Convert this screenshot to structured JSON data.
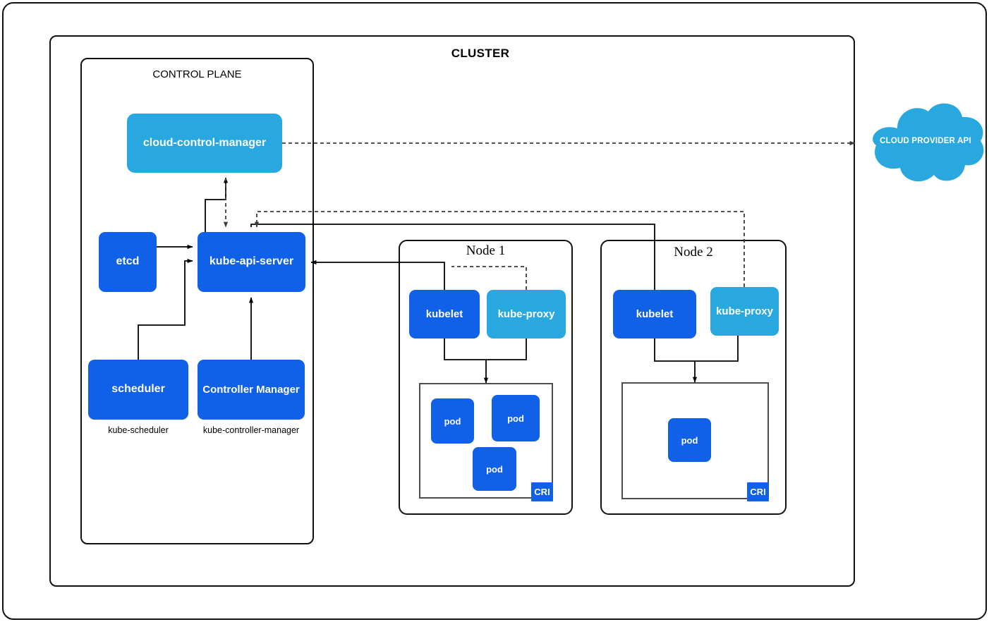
{
  "diagram": {
    "title": "CLUSTER",
    "control_plane": {
      "title": "CONTROL PLANE",
      "components": {
        "cloud_control_manager": "cloud-control-manager",
        "etcd": "etcd",
        "kube_api_server": "kube-api-server",
        "scheduler": "scheduler",
        "controller_manager": "Controller Manager"
      },
      "captions": {
        "scheduler": "kube-scheduler",
        "controller_manager": "kube-controller-manager"
      }
    },
    "nodes": [
      {
        "title": "Node 1",
        "kubelet": "kubelet",
        "kube_proxy": "kube-proxy",
        "runtime_badge": "CRI",
        "pods": [
          "pod",
          "pod",
          "pod"
        ]
      },
      {
        "title": "Node 2",
        "kubelet": "kubelet",
        "kube_proxy": "kube-proxy",
        "runtime_badge": "CRI",
        "pods": [
          "pod"
        ]
      }
    ],
    "cloud": {
      "label": "CLOUD PROVIDER API",
      "icon": "cloud-icon"
    },
    "colors": {
      "dark_blue": "#1060E8",
      "light_blue": "#29A8DF",
      "cloud_blue": "#29A8DF",
      "stroke": "#000000",
      "background": "#FFFFFF"
    }
  }
}
